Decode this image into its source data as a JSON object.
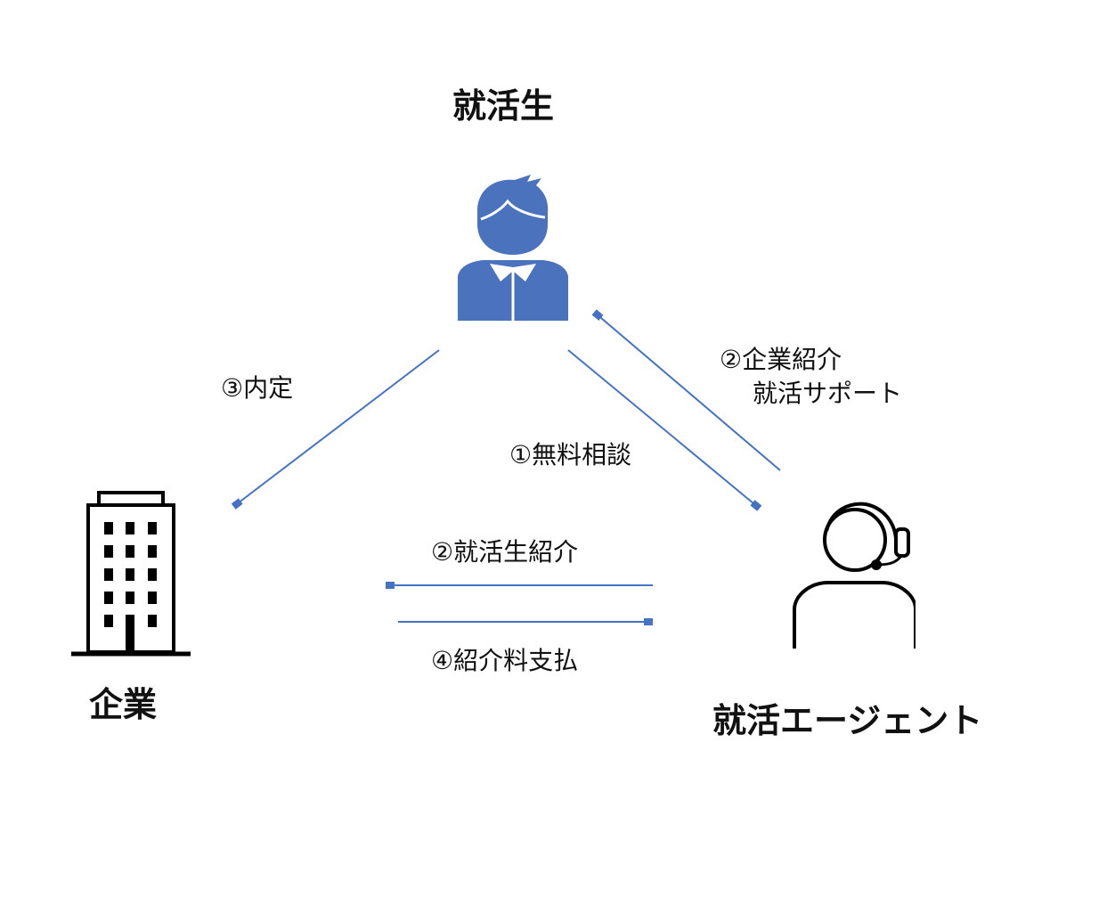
{
  "nodes": {
    "student": {
      "title": "就活生",
      "icon": "student-person-icon",
      "color": "#4a72bd"
    },
    "company": {
      "title": "企業",
      "icon": "office-building-icon",
      "color": "#000000"
    },
    "agent": {
      "title": "就活エージェント",
      "icon": "headset-operator-icon",
      "color": "#000000"
    }
  },
  "edges": [
    {
      "id": "offer",
      "label_lines": [
        "③内定"
      ],
      "from": "student",
      "to": "company"
    },
    {
      "id": "free-consultation",
      "label_lines": [
        "①無料相談"
      ],
      "from": "student",
      "to": "agent"
    },
    {
      "id": "company-introduction",
      "label_lines": [
        "②企業紹介",
        "就活サポート"
      ],
      "from": "agent",
      "to": "student"
    },
    {
      "id": "student-introduction",
      "label_lines": [
        "②就活生紹介"
      ],
      "from": "agent",
      "to": "company"
    },
    {
      "id": "fee-payment",
      "label_lines": [
        "④紹介料支払"
      ],
      "from": "company",
      "to": "agent"
    }
  ],
  "arrow_color": "#4472c4"
}
